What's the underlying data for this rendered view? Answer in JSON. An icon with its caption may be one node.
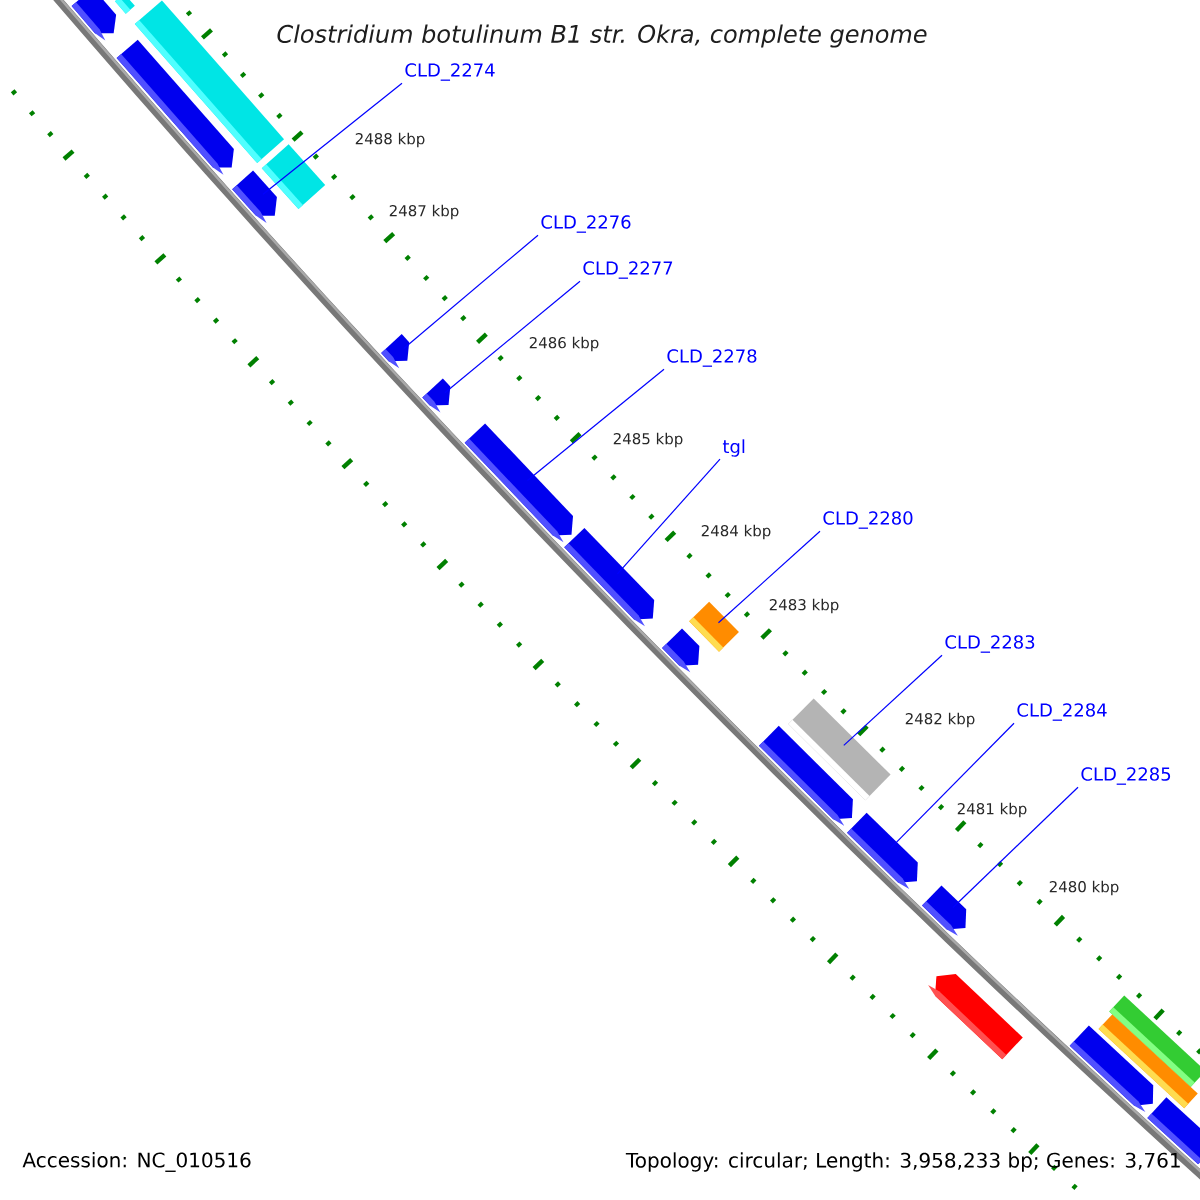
{
  "diagram": {
    "title": "Clostridium botulinum B1 str. Okra, complete genome",
    "nodes": [
      {
        "text": [
          "CLD_2274"
        ]
      },
      {
        "text": [
          "CLD_2276"
        ]
      },
      {
        "text": [
          "CLD_2277"
        ]
      },
      {
        "text": [
          "CLD_2278"
        ]
      },
      {
        "text": [
          "tgl"
        ]
      },
      {
        "text": [
          "CLD_2280"
        ]
      },
      {
        "text": [
          "CLD_2283"
        ]
      },
      {
        "text": [
          "CLD_2284"
        ]
      },
      {
        "text": [
          "CLD_2285"
        ]
      },
      {
        "text": [],
        "shape": "box"
      },
      {
        "text": [],
        "shape": "bar"
      },
      {
        "text": [],
        "shape": "box"
      },
      {
        "text": [],
        "shape": "bar"
      },
      {
        "text": [],
        "shape": "box"
      },
      {
        "text": [],
        "shape": "bar"
      },
      {
        "text": [],
        "shape": "bar"
      },
      {
        "text": [],
        "shape": "bar"
      },
      {
        "text": [],
        "shape": "bar"
      },
      {
        "text": [],
        "shape": "bar"
      },
      {
        "text": [],
        "shape": "box"
      },
      {
        "text": [],
        "shape": "bar"
      },
      {
        "text": [],
        "shape": "box"
      },
      {
        "text": [],
        "shape": "bar"
      },
      {
        "text": [],
        "shape": "bar"
      },
      {
        "text": [],
        "shape": "bar"
      },
      {
        "text": [],
        "shape": "bar"
      },
      {
        "text": [],
        "shape": "box"
      },
      {
        "text": [],
        "shape": "box"
      },
      {
        "text": [],
        "shape": "bar"
      },
      {
        "text": [],
        "shape": "bar"
      }
    ],
    "edges": [
      {
        "from": 0,
        "to": 14,
        "arrow": "none"
      },
      {
        "from": 1,
        "to": 15,
        "arrow": "none"
      },
      {
        "from": 2,
        "to": 16,
        "arrow": "none"
      },
      {
        "from": 3,
        "to": 17,
        "arrow": "none"
      },
      {
        "from": 4,
        "to": 18,
        "arrow": "none"
      },
      {
        "from": 5,
        "to": 19,
        "arrow": "none"
      },
      {
        "from": 6,
        "to": 21,
        "arrow": "none"
      },
      {
        "from": 7,
        "to": 23,
        "arrow": "none"
      },
      {
        "from": 8,
        "to": 24,
        "arrow": "none"
      }
    ],
    "labels": [
      "2488 kbp",
      "2487 kbp",
      "2486 kbp",
      "2485 kbp",
      "2484 kbp",
      "2483 kbp",
      "2482 kbp",
      "2481 kbp",
      "2480 kbp",
      "Accession: NC_010516",
      "Topology: circular; Length: 3,958,233 bp; Genes: 3,761"
    ]
  }
}
